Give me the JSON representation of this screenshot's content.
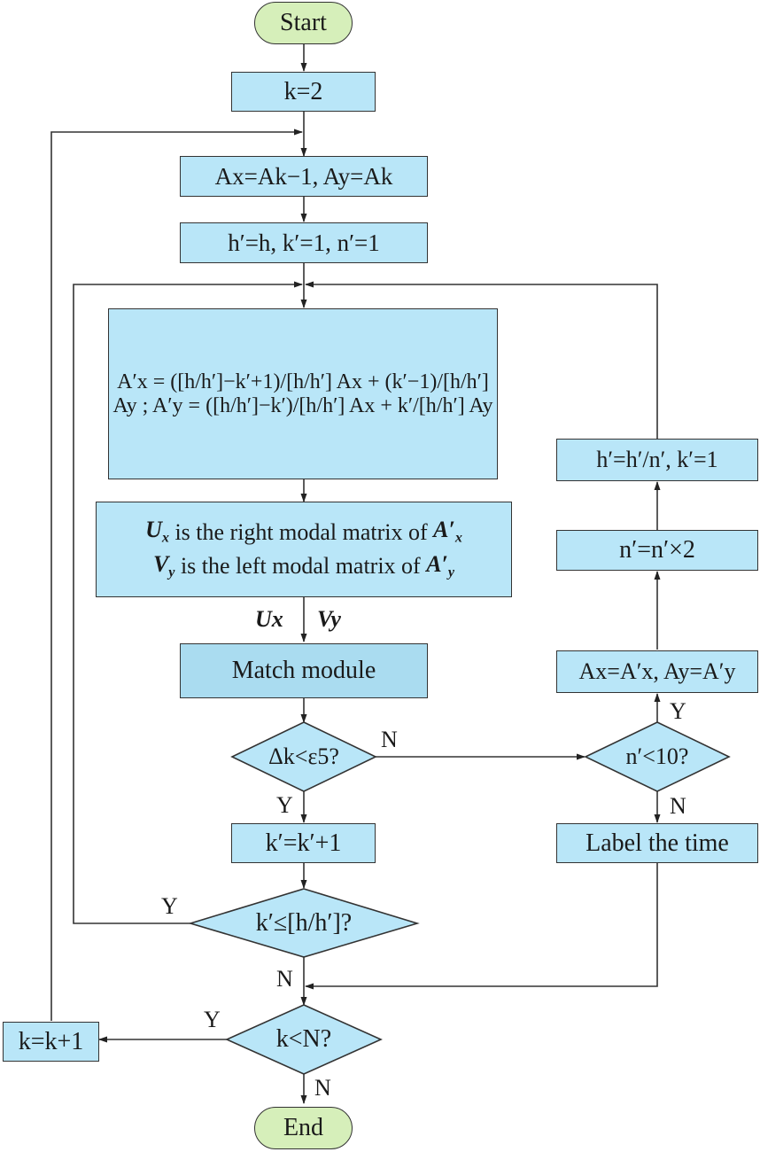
{
  "nodes": {
    "start": "Start",
    "end": "End",
    "init_k": "k=2",
    "assign_A": "Ax=Ak−1, Ay=Ak",
    "init_primes": "h′=h, k′=1, n′=1",
    "formula_box": "A′x = ([h/h′]−k′+1)/[h/h′] Ax + (k′−1)/[h/h′] Ay ; A′y = ([h/h′]−k′)/[h/h′] Ax + k′/[h/h′] Ay",
    "modal_line1_text": " is the right modal matrix of ",
    "modal_line2_text": " is the left modal matrix of ",
    "match_module": "Match module",
    "decision_delta": "Δk<ε5?",
    "inc_kprime": "k′=k′+1",
    "decision_kprime": "k′≤[h/h′]?",
    "decision_k": "k<N?",
    "inc_k": "k=k+1",
    "decision_n": "n′<10?",
    "label_time": "Label the time",
    "assign_Aprime": "Ax=A′x, Ay=A′y",
    "double_n": "n′=n′×2",
    "update_h": "h′=h′/n′, k′=1"
  },
  "edge_labels": {
    "ux": "Ux",
    "vy": "Vy",
    "delta_yes": "Y",
    "delta_no": "N",
    "n_yes": "Y",
    "n_no": "N",
    "kprime_yes": "Y",
    "kprime_no": "N",
    "k_yes": "Y",
    "k_no": "N"
  }
}
